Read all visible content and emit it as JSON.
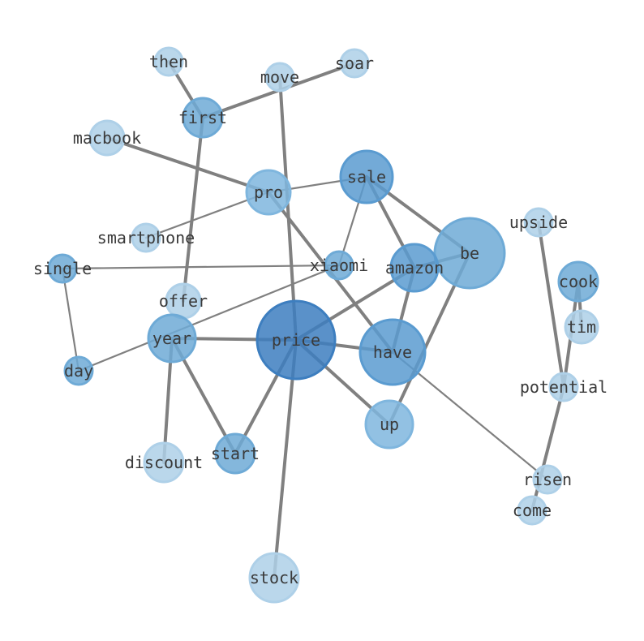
{
  "nodes": [
    {
      "id": "then",
      "label": "then",
      "tone": "pale"
    },
    {
      "id": "move",
      "label": "move",
      "tone": "pale"
    },
    {
      "id": "soar",
      "label": "soar",
      "tone": "pale"
    },
    {
      "id": "first",
      "label": "first",
      "tone": "mid"
    },
    {
      "id": "macbook",
      "label": "macbook",
      "tone": "pale"
    },
    {
      "id": "sale",
      "label": "sale",
      "tone": "dark"
    },
    {
      "id": "pro",
      "label": "pro",
      "tone": "light"
    },
    {
      "id": "upside",
      "label": "upside",
      "tone": "pale"
    },
    {
      "id": "smartphone",
      "label": "smartphone",
      "tone": "pale"
    },
    {
      "id": "be",
      "label": "be",
      "tone": "mid"
    },
    {
      "id": "single",
      "label": "single",
      "tone": "mid"
    },
    {
      "id": "xiaomi",
      "label": "xiaomi",
      "tone": "mid"
    },
    {
      "id": "amazon",
      "label": "amazon",
      "tone": "dark"
    },
    {
      "id": "cook",
      "label": "cook",
      "tone": "mid"
    },
    {
      "id": "offer",
      "label": "offer",
      "tone": "pale"
    },
    {
      "id": "tim",
      "label": "tim",
      "tone": "pale"
    },
    {
      "id": "year",
      "label": "year",
      "tone": "mid"
    },
    {
      "id": "price",
      "label": "price",
      "tone": "darkest"
    },
    {
      "id": "have",
      "label": "have",
      "tone": "dark"
    },
    {
      "id": "day",
      "label": "day",
      "tone": "mid"
    },
    {
      "id": "potential",
      "label": "potential",
      "tone": "pale"
    },
    {
      "id": "up",
      "label": "up",
      "tone": "light"
    },
    {
      "id": "discount",
      "label": "discount",
      "tone": "pale"
    },
    {
      "id": "start",
      "label": "start",
      "tone": "mid"
    },
    {
      "id": "risen",
      "label": "risen",
      "tone": "pale"
    },
    {
      "id": "come",
      "label": "come",
      "tone": "pale"
    },
    {
      "id": "stock",
      "label": "stock",
      "tone": "pale"
    }
  ],
  "edges": [
    {
      "from": "then",
      "to": "first",
      "weight": "heavy"
    },
    {
      "from": "first",
      "to": "soar",
      "weight": "heavy"
    },
    {
      "from": "first",
      "to": "offer",
      "weight": "heavy"
    },
    {
      "from": "move",
      "to": "price",
      "weight": "heavy"
    },
    {
      "from": "macbook",
      "to": "pro",
      "weight": "heavy"
    },
    {
      "from": "pro",
      "to": "sale",
      "weight": "light"
    },
    {
      "from": "pro",
      "to": "have",
      "weight": "heavy"
    },
    {
      "from": "smartphone",
      "to": "pro",
      "weight": "light"
    },
    {
      "from": "sale",
      "to": "amazon",
      "weight": "heavy"
    },
    {
      "from": "sale",
      "to": "xiaomi",
      "weight": "light"
    },
    {
      "from": "sale",
      "to": "be",
      "weight": "heavy"
    },
    {
      "from": "be",
      "to": "amazon",
      "weight": "heavy"
    },
    {
      "from": "be",
      "to": "up",
      "weight": "heavy"
    },
    {
      "from": "single",
      "to": "xiaomi",
      "weight": "light"
    },
    {
      "from": "single",
      "to": "day",
      "weight": "light"
    },
    {
      "from": "xiaomi",
      "to": "day",
      "weight": "light"
    },
    {
      "from": "amazon",
      "to": "price",
      "weight": "heavy"
    },
    {
      "from": "amazon",
      "to": "have",
      "weight": "heavy"
    },
    {
      "from": "year",
      "to": "price",
      "weight": "heavy"
    },
    {
      "from": "year",
      "to": "start",
      "weight": "heavy"
    },
    {
      "from": "year",
      "to": "discount",
      "weight": "heavy"
    },
    {
      "from": "price",
      "to": "have",
      "weight": "heavy"
    },
    {
      "from": "price",
      "to": "up",
      "weight": "heavy"
    },
    {
      "from": "price",
      "to": "start",
      "weight": "heavy"
    },
    {
      "from": "price",
      "to": "stock",
      "weight": "heavy"
    },
    {
      "from": "have",
      "to": "risen",
      "weight": "light"
    },
    {
      "from": "upside",
      "to": "potential",
      "weight": "heavy"
    },
    {
      "from": "cook",
      "to": "potential",
      "weight": "heavy"
    },
    {
      "from": "cook",
      "to": "tim",
      "weight": "heavy"
    },
    {
      "from": "potential",
      "to": "come",
      "weight": "heavy"
    }
  ],
  "colors": {
    "darkest": "#3d7ebf",
    "dark": "#5a9bd0",
    "mid": "#6eaad6",
    "light": "#7fb6de",
    "pale": "#aed0e8",
    "edge": "#808080",
    "label": "#3a3a3a"
  }
}
